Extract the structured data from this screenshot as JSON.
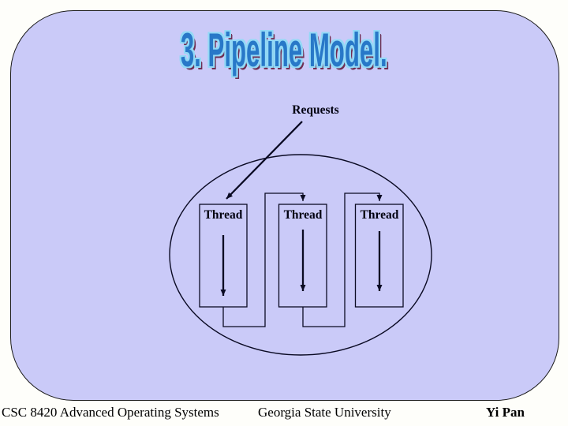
{
  "slide": {
    "title": "3. Pipeline Model.",
    "diagram": {
      "requests_label": "Requests",
      "thread_boxes": [
        {
          "label": "Thread"
        },
        {
          "label": "Thread"
        },
        {
          "label": "Thread"
        }
      ]
    },
    "footer": {
      "course": "CSC 8420 Advanced Operating Systems",
      "institution": "Georgia State University",
      "author": "Yi Pan"
    },
    "colors": {
      "page_background": "#fefefa",
      "slide_background": "#cacaf8",
      "line": "#0a0a23",
      "title_fill": "#2878c8",
      "title_outline": "#93d9f6",
      "title_shadow": "#6f2f52"
    }
  }
}
